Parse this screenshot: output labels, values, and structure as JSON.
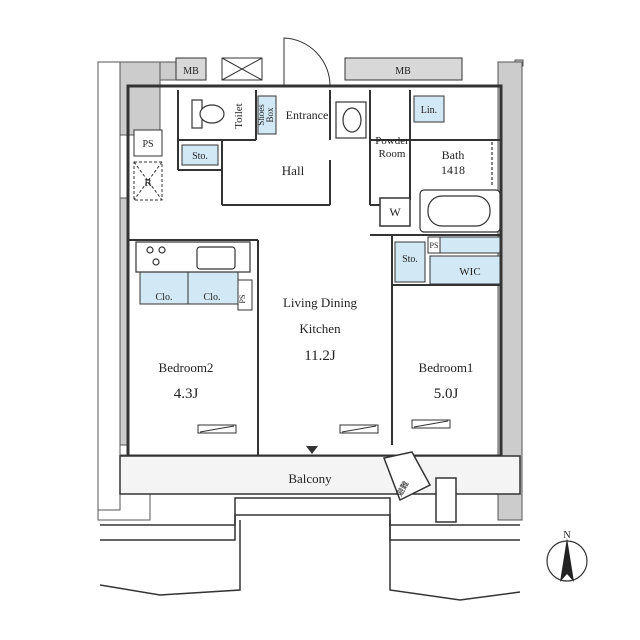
{
  "plan": {
    "rooms": {
      "mb_left": "MB",
      "mb_right": "MB",
      "toilet": "Toilet",
      "shoes_box_1": "Shoes",
      "shoes_box_2": "Box",
      "entrance": "Entrance",
      "lin": "Lin.",
      "ps_left": "PS",
      "sto_hall": "Sto.",
      "r": "R",
      "hall": "Hall",
      "powder_1": "Powder",
      "powder_2": "Room",
      "bath": "Bath",
      "bath_size": "1418",
      "w": "W",
      "sto_wic": "Sto.",
      "ps_right": "PS",
      "wic": "WIC",
      "clo_1": "Clo.",
      "clo_2": "Clo.",
      "ps_mid": "PS",
      "ldk_1": "Living Dining",
      "ldk_2": "Kitchen",
      "ldk_size": "11.2J",
      "bedroom2": "Bedroom2",
      "bedroom2_size": "4.3J",
      "bedroom1": "Bedroom1",
      "bedroom1_size": "5.0J",
      "balcony": "Balcony",
      "evac": "避難",
      "north": "N"
    },
    "colors": {
      "wall_gray": "#cccccc",
      "storage_blue": "#d3e8f5",
      "line": "#333333"
    }
  }
}
